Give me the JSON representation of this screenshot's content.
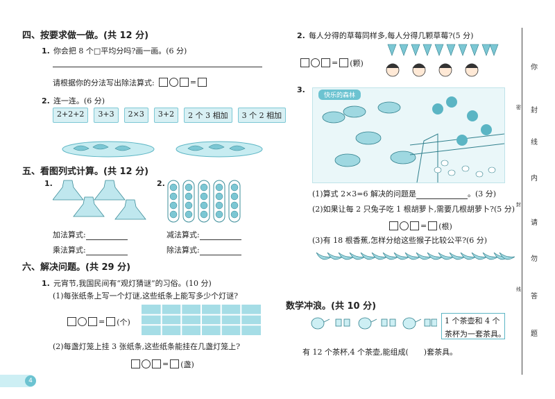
{
  "left": {
    "s4": {
      "title": "四、按要求做一做。(共 12 分)",
      "q1_num": "1.",
      "q1": "你会把 8 个□平均分吗?画一画。(6 分)",
      "q1_write": "请根据你的分法写出除法算式:",
      "q2_num": "2.",
      "q2": "连一连。(6 分)",
      "tags": [
        "2+2+2",
        "3+3",
        "2×3",
        "3+2",
        "2 个 3 相加",
        "3 个 2 相加"
      ]
    },
    "s5": {
      "title": "五、看图列式计算。(共 12 分)",
      "p1_num": "1.",
      "p2_num": "2.",
      "add": "加法算式:",
      "sub": "减法算式:",
      "mul": "乘法算式:",
      "div": "除法算式:"
    },
    "s6": {
      "title": "六、解决问题。(共 29 分)",
      "q1_num": "1.",
      "q1": "元宵节,我国民间有“观灯猜谜”的习俗。(10 分)",
      "q1a": "(1)每张纸条上写一个灯谜,这些纸条上能写多少个灯谜?",
      "unit_ge": "(个)",
      "q1b": "(2)每盏灯笼上挂 3 张纸条,这些纸条能挂在几盏灯笼上?",
      "unit_zhan": "(盏)"
    },
    "page_num": "4"
  },
  "right": {
    "q2_num": "2.",
    "q2": "每人分得的草莓同样多,每人分得几颗草莓?(5 分)",
    "unit_ke": "(颗)",
    "q3_num": "3.",
    "banner": "快乐的森林",
    "q3a": "(1)算式 2×3=6 解决的问题是",
    "q3a_score": "。(3 分)",
    "q3b": "(2)如果让每 2 只兔子吃 1 根胡萝卜,需要几根胡萝卜?(5 分)",
    "unit_gen": "(根)",
    "q3c": "(3)有 18 根香蕉,怎样分给这些猴子比较公平?(6 分)",
    "challenge_title": "数学冲浪。(共 10 分)",
    "tea_note_1": "1 个茶壶和 4 个",
    "tea_note_2": "茶杯为一套茶具。",
    "tea_q": "有 12 个茶杯,4 个茶壶,能组成(",
    "tea_q_end": ")套茶具。"
  },
  "sidebar": [
    "你",
    "封",
    "线",
    "内",
    "请",
    "勿",
    "答",
    "题"
  ],
  "sidebar_small": [
    "密",
    "封",
    "线"
  ],
  "colors": {
    "accent": "#7cc7d4",
    "fill": "#bfe7ee",
    "grid": "#a5dde6"
  }
}
